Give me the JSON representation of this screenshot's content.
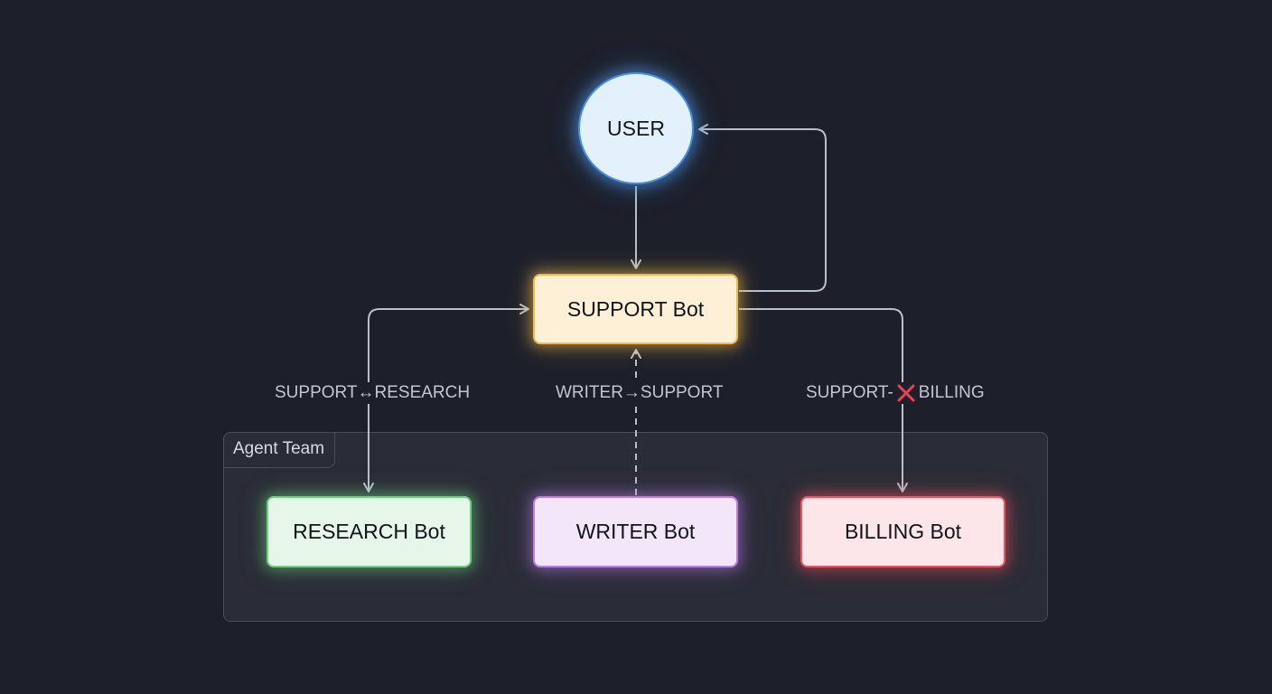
{
  "nodes": {
    "user": "USER",
    "support": "SUPPORT Bot",
    "research": "RESEARCH Bot",
    "writer": "WRITER Bot",
    "billing": "BILLING Bot"
  },
  "group": {
    "label": "Agent Team"
  },
  "edges": {
    "support_research": "SUPPORT↔RESEARCH",
    "writer_support": "WRITER→SUPPORT",
    "support_billing_left": "SUPPORT-",
    "support_billing_right": "BILLING",
    "support_billing_status_icon": "red-x-icon"
  },
  "colors": {
    "background": "#1d202b",
    "edge": "#b9bfcc",
    "user": "#4a8fe0",
    "support": "#f1b94c",
    "research": "#6ccf7f",
    "writer": "#b77de6",
    "billing": "#ef5360",
    "blocked": "#e8434f"
  }
}
